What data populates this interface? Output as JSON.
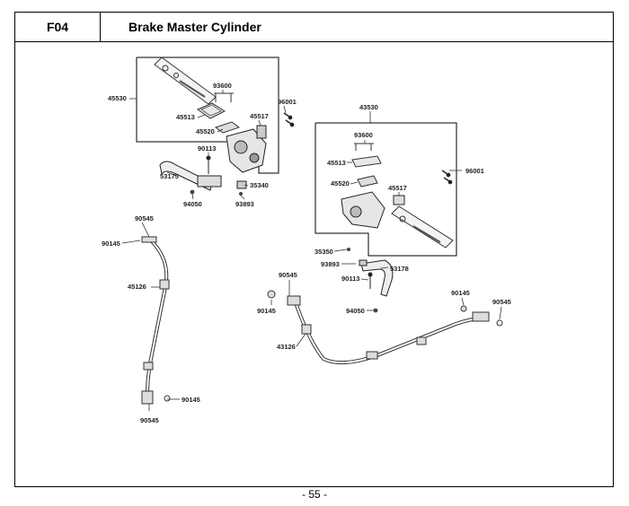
{
  "header": {
    "code": "F04",
    "title": "Brake Master Cylinder"
  },
  "labels": {
    "l45530": "45530",
    "l93600a": "93600",
    "l45513a": "45513",
    "l45520a": "45520",
    "l45517a": "45517",
    "l96001a": "96001",
    "l90113a": "90113",
    "l53175": "53175",
    "l35340": "35340",
    "l94050a": "94050",
    "l93893a": "93893",
    "l43530": "43530",
    "l93600b": "93600",
    "l45513b": "45513",
    "l45520b": "45520",
    "l45517b": "45517",
    "l96001b": "96001",
    "l35350": "35350",
    "l93893b": "93893",
    "l53178": "53178",
    "l90113b": "90113",
    "l94050b": "94050",
    "l90545a": "90545",
    "l90145a": "90145",
    "l45126": "45126",
    "l90145b": "90145",
    "l90545b": "90545",
    "l90545c": "90545",
    "l90145c": "90145",
    "l43126": "43126",
    "l90145d": "90145",
    "l90545d": "90545"
  },
  "footer": {
    "page_number": "- 55 -"
  }
}
